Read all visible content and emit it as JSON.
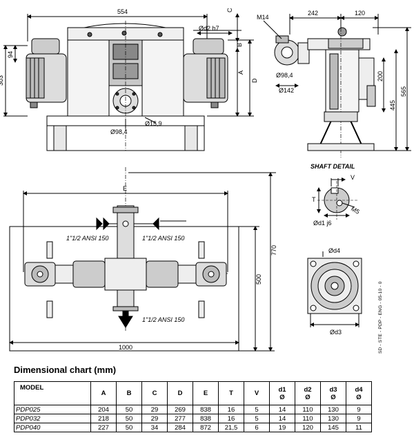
{
  "top_front_dims": {
    "width": "554",
    "height_left": "303",
    "sub_height": "94",
    "shaft_d2": "Ød2 h7",
    "letter_c": "C",
    "letter_b": "B",
    "letter_a": "A",
    "letter_d": "D",
    "dia_flange": "Ø98,4",
    "dia_hole": "Ø15,9"
  },
  "top_side_dims": {
    "w1": "242",
    "w2": "120",
    "thread": "M14",
    "dia_flange": "Ø98,4",
    "dia_outer": "Ø142",
    "h200": "200",
    "h445": "445",
    "h565": "565"
  },
  "shaft_detail": {
    "title": "SHAFT DETAIL",
    "v": "V",
    "t": "T",
    "m5": "M5",
    "d1": "Ød1 j6"
  },
  "flange_view": {
    "d4": "Ød4",
    "d3": "Ød3"
  },
  "plan_view": {
    "letter_e": "E",
    "h770": "770",
    "h500": "500",
    "w1000": "1000",
    "port_inlet_left": "1\"1/2 ANSI 150",
    "port_inlet_right": "1\"1/2 ANSI 150",
    "port_outlet": "1\"1/2 ANSI 150"
  },
  "dimensional_chart": {
    "title": "Dimensional chart (mm)",
    "headers": [
      "MODEL",
      "A",
      "B",
      "C",
      "D",
      "E",
      "T",
      "V",
      "d1\nØ",
      "d2\nØ",
      "d3\nØ",
      "d4\nØ"
    ],
    "rows": [
      [
        "PDP025",
        "204",
        "50",
        "29",
        "269",
        "838",
        "16",
        "5",
        "14",
        "110",
        "130",
        "9"
      ],
      [
        "PDP032",
        "218",
        "50",
        "29",
        "277",
        "838",
        "16",
        "5",
        "14",
        "110",
        "130",
        "9"
      ],
      [
        "PDP040",
        "227",
        "50",
        "34",
        "284",
        "872",
        "21,5",
        "6",
        "19",
        "120",
        "145",
        "11"
      ]
    ]
  },
  "doc_reference": "SD - STE - PDP - ENG - 05-10 - 0"
}
